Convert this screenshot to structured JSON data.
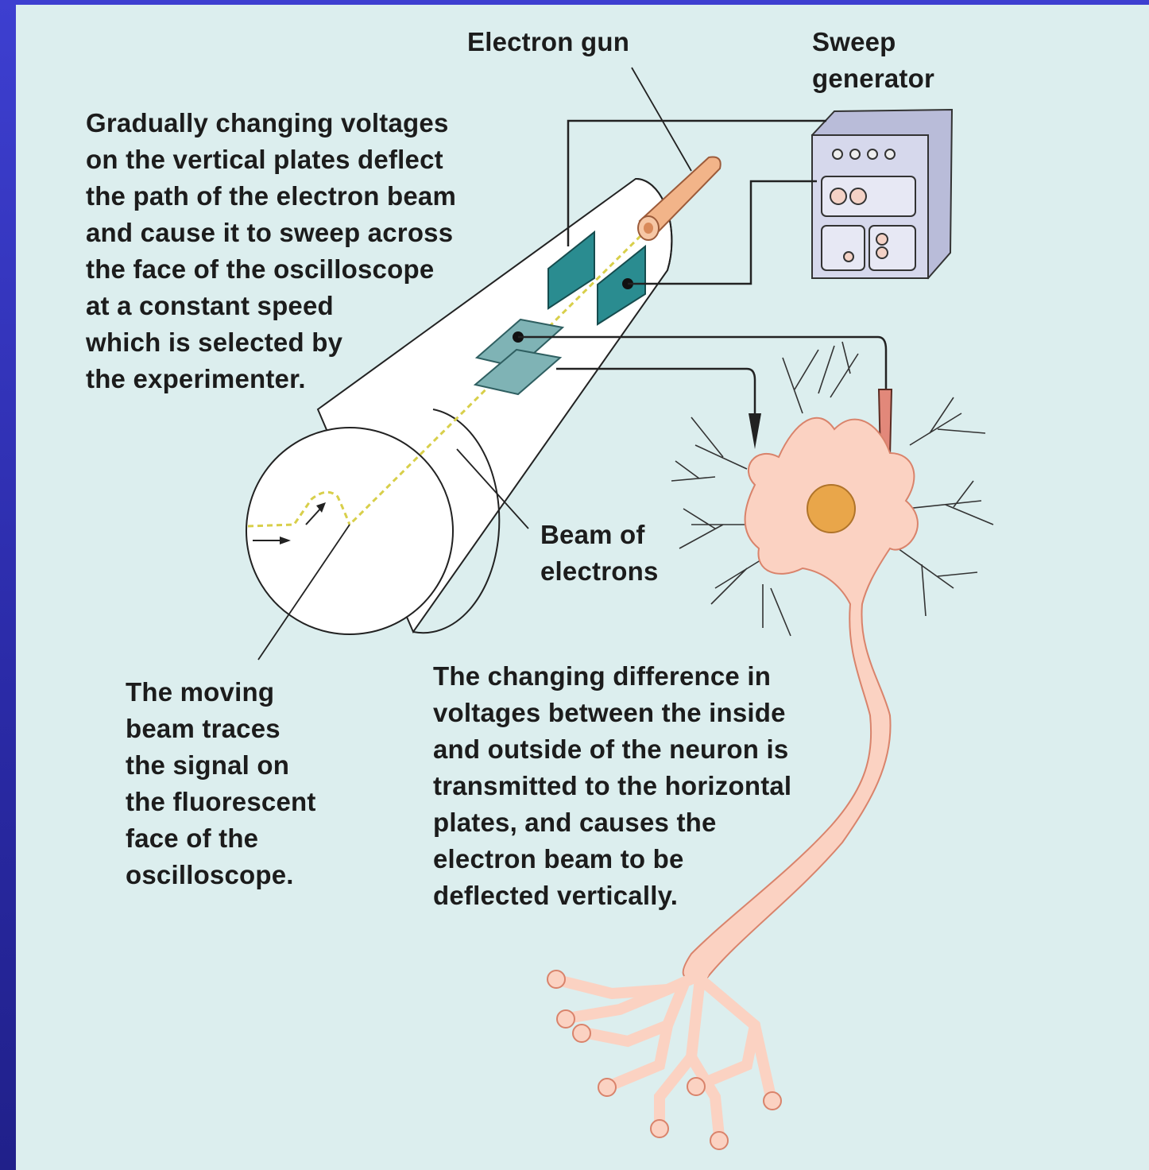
{
  "labels": {
    "electron_gun": "Electron gun",
    "sweep_generator": "Sweep\ngenerator",
    "vertical_plates_note": "Gradually changing voltages\non the vertical plates deflect\nthe path of the electron beam\nand cause it to sweep across\nthe face of the oscilloscope\nat a constant speed\nwhich is selected by\nthe experimenter.",
    "beam_of_electrons": "Beam of\nelectrons",
    "moving_beam_note": "The moving\nbeam traces\nthe signal on\nthe fluorescent\nface of the\noscilloscope.",
    "horizontal_plates_note": "The changing difference in\nvoltages between the inside\nand outside of the neuron is\ntransmitted to the horizontal\nplates, and causes the\nelectron beam to be\ndeflected vertically."
  },
  "colors": {
    "background": "#dceeee",
    "frame": "#2f2fb8",
    "plate": "#2a8c90",
    "plate_horizontal": "#7fb3b5",
    "neuron": "#fbd2c2",
    "neuron_outline": "#d9836b",
    "nucleus": "#e9a64a",
    "gun": "#f2b489",
    "beam": "#d8cf4a"
  }
}
